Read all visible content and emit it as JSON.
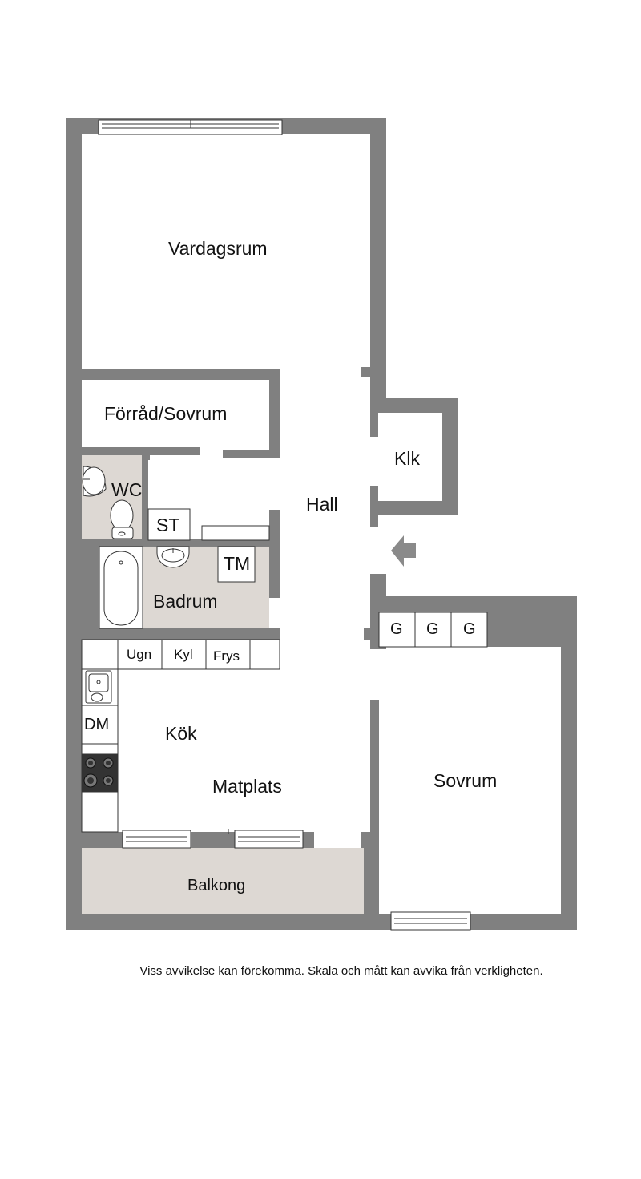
{
  "rooms": {
    "vardagsrum": "Vardagsrum",
    "forrad_sovrum": "Förråd/Sovrum",
    "wc": "WC",
    "st": "ST",
    "hall": "Hall",
    "klk": "Klk",
    "tm": "TM",
    "badrum": "Badrum",
    "ugn": "Ugn",
    "kyl": "Kyl",
    "frys": "Frys",
    "dm": "DM",
    "kok": "Kök",
    "matplats": "Matplats",
    "sovrum": "Sovrum",
    "balkong": "Balkong",
    "g1": "G",
    "g2": "G",
    "g3": "G"
  },
  "disclaimer": "Viss avvikelse kan förekomma. Skala och mått kan avvika från verkligheten.",
  "colors": {
    "wall": "#808080",
    "wet_room": "#ddd8d3",
    "balcony": "#ddd8d3",
    "line": "#333333",
    "entrance_arrow": "#8a8a8a"
  },
  "icons": [
    "entrance-arrow-icon",
    "toilet-icon",
    "sink-icon",
    "bathtub-icon",
    "stove-icon",
    "kitchen-sink-icon",
    "window-icon"
  ]
}
